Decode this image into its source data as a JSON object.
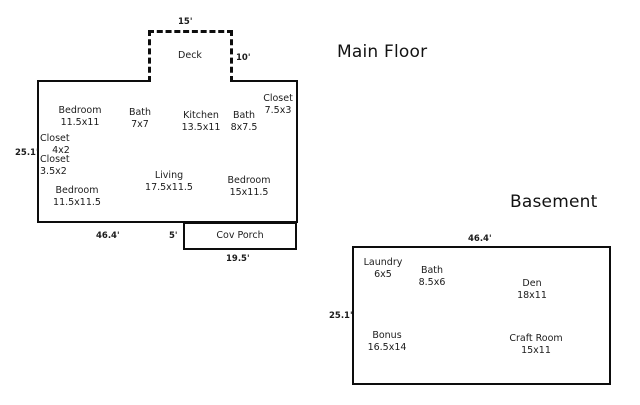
{
  "page": {
    "background": "#ffffff",
    "line_color": "#0d0d0d",
    "text_color": "#1b1b1b"
  },
  "titles": {
    "main_floor": "Main Floor",
    "basement": "Basement"
  },
  "main_floor": {
    "deck": {
      "label": "Deck",
      "width_label": "15'",
      "height_label": "10'"
    },
    "dimensions": {
      "left": "25.1'",
      "bottom": "46.4'",
      "porch_gap": "5'",
      "porch_bottom": "19.5'"
    },
    "rooms": [
      {
        "name": "Bedroom",
        "dims": "11.5x11"
      },
      {
        "name": "Bath",
        "dims": "7x7"
      },
      {
        "name": "Kitchen",
        "dims": "13.5x11"
      },
      {
        "name": "Bath",
        "dims": "8x7.5"
      },
      {
        "name": "Closet",
        "dims": "7.5x3"
      },
      {
        "name": "Closet",
        "dims": "4x2"
      },
      {
        "name": "Closet",
        "dims": "3.5x2"
      },
      {
        "name": "Living",
        "dims": "17.5x11.5"
      },
      {
        "name": "Bedroom",
        "dims": "15x11.5"
      },
      {
        "name": "Bedroom",
        "dims": "11.5x11.5"
      }
    ],
    "porch": {
      "name": "Cov Porch"
    }
  },
  "basement": {
    "dimensions": {
      "left": "25.1'",
      "top": "46.4'"
    },
    "rooms": [
      {
        "name": "Laundry",
        "dims": "6x5"
      },
      {
        "name": "Bath",
        "dims": "8.5x6"
      },
      {
        "name": "Den",
        "dims": "18x11"
      },
      {
        "name": "Bonus",
        "dims": "16.5x14"
      },
      {
        "name": "Craft Room",
        "dims": "15x11"
      }
    ]
  }
}
